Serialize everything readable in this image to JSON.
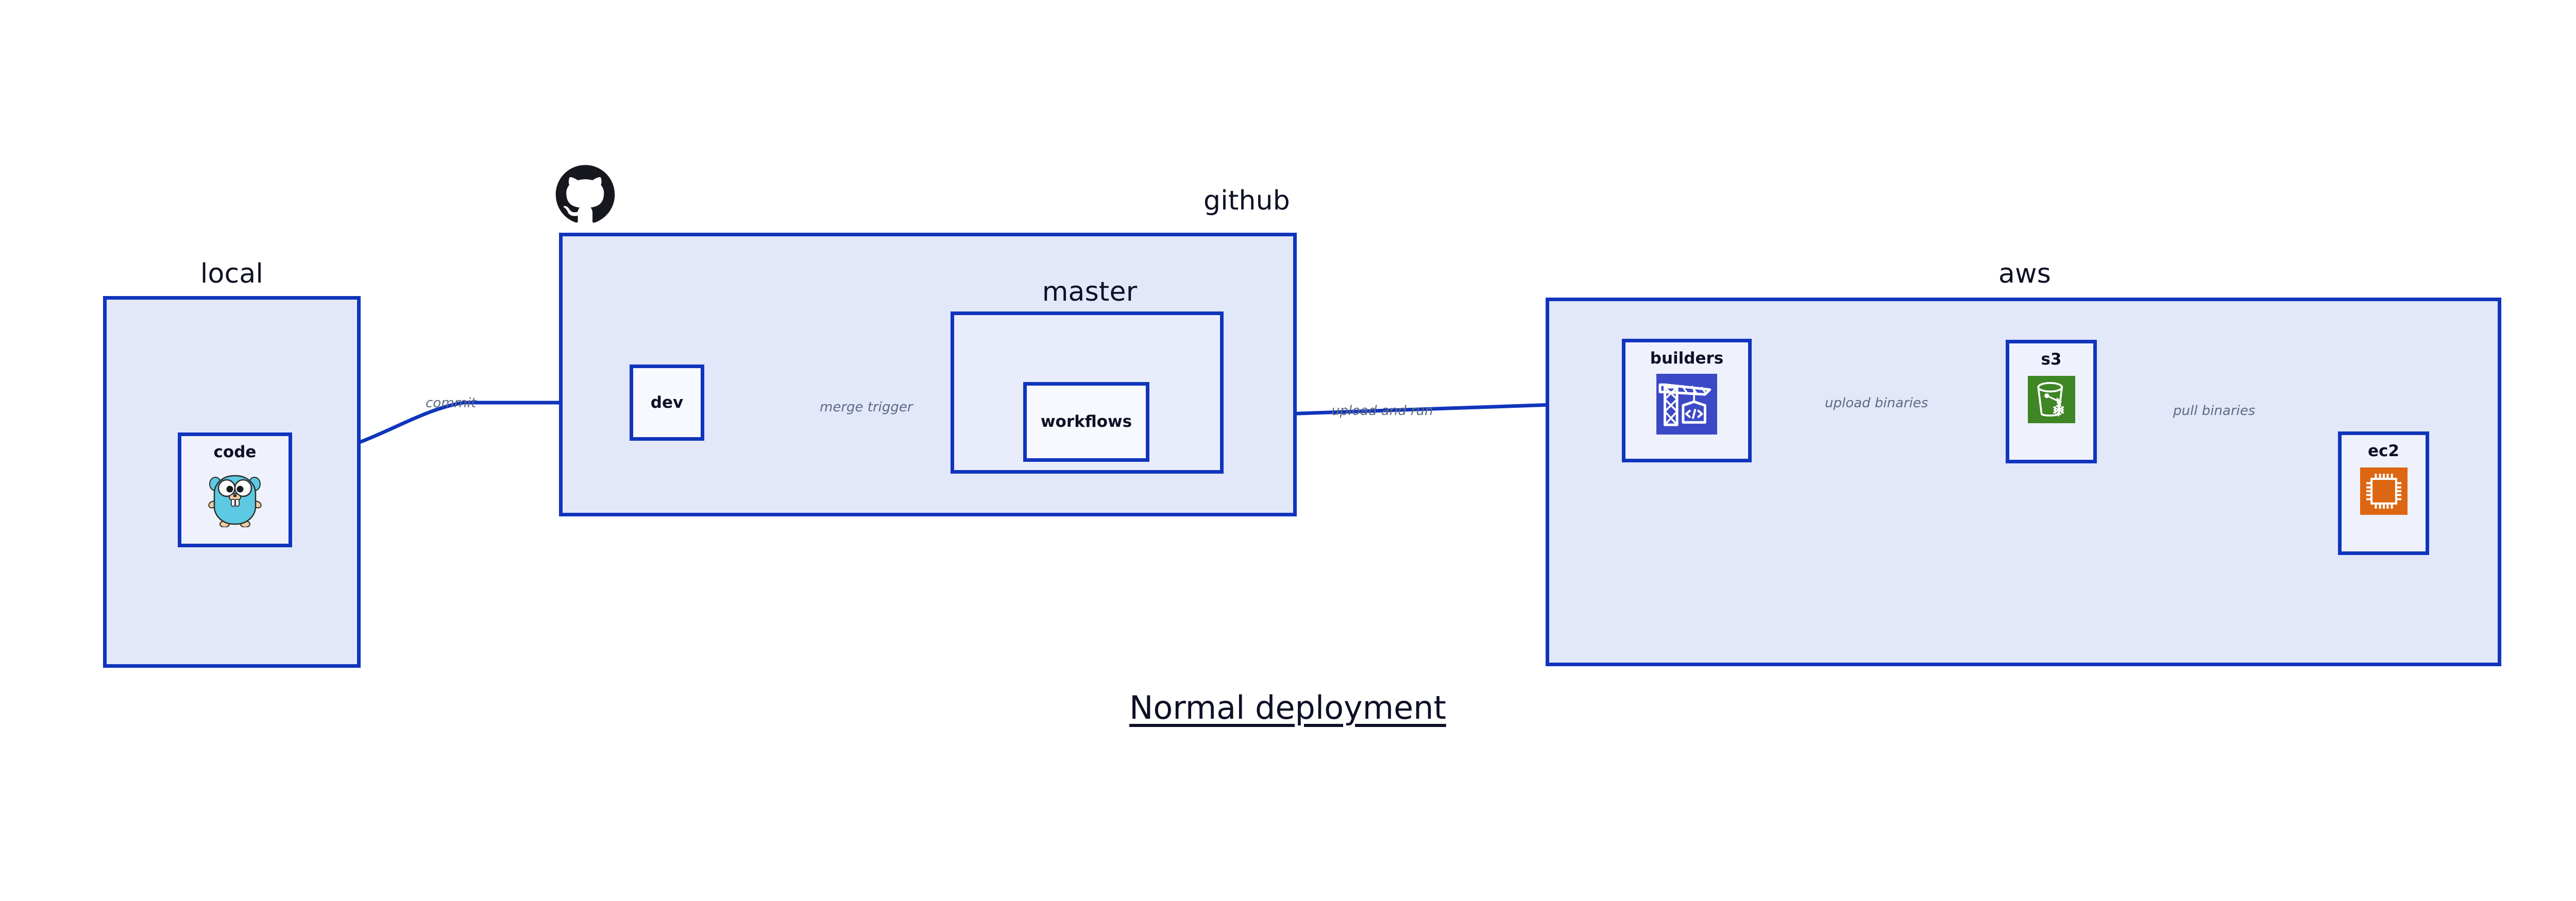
{
  "diagram": {
    "caption": "Normal deployment",
    "accent_border": "#1035bc",
    "zone_fill": "#e2e7fa",
    "nested_fill": "#e9edfb",
    "node_fill": "#eff2fd",
    "label_color": "#0d1026",
    "edge_label_color": "#5f6a84"
  },
  "zones": [
    {
      "id": "local",
      "label": "local"
    },
    {
      "id": "github",
      "label": "github"
    },
    {
      "id": "master",
      "label": "master"
    },
    {
      "id": "aws",
      "label": "aws"
    }
  ],
  "nodes": [
    {
      "id": "code",
      "label": "code",
      "icon": "go-gopher-icon",
      "icon_color": "#5dc9e2"
    },
    {
      "id": "dev",
      "label": "dev",
      "icon": null,
      "icon_color": null
    },
    {
      "id": "workflows",
      "label": "workflows",
      "icon": null,
      "icon_color": null
    },
    {
      "id": "builders",
      "label": "builders",
      "icon": "crane-code-icon",
      "icon_color": "#3c49c6"
    },
    {
      "id": "s3",
      "label": "s3",
      "icon": "s3-bucket-icon",
      "icon_color": "#3f8624"
    },
    {
      "id": "ec2",
      "label": "ec2",
      "icon": "cpu-chip-icon",
      "icon_color": "#dd6612"
    }
  ],
  "edges": [
    {
      "id": "commit",
      "from": "code",
      "to": "dev",
      "label": "commit"
    },
    {
      "id": "merge-trigger",
      "from": "dev",
      "to": "workflows",
      "label": "merge trigger"
    },
    {
      "id": "upload-and-run",
      "from": "workflows",
      "to": "builders",
      "label": "upload and run"
    },
    {
      "id": "upload-binaries",
      "from": "builders",
      "to": "s3",
      "label": "upload binaries"
    },
    {
      "id": "pull-binaries",
      "from": "s3",
      "to": "ec2",
      "label": "pull binaries"
    }
  ],
  "logos": [
    {
      "id": "github-logo",
      "name": "github-octocat-icon",
      "color": "#17181d"
    }
  ]
}
